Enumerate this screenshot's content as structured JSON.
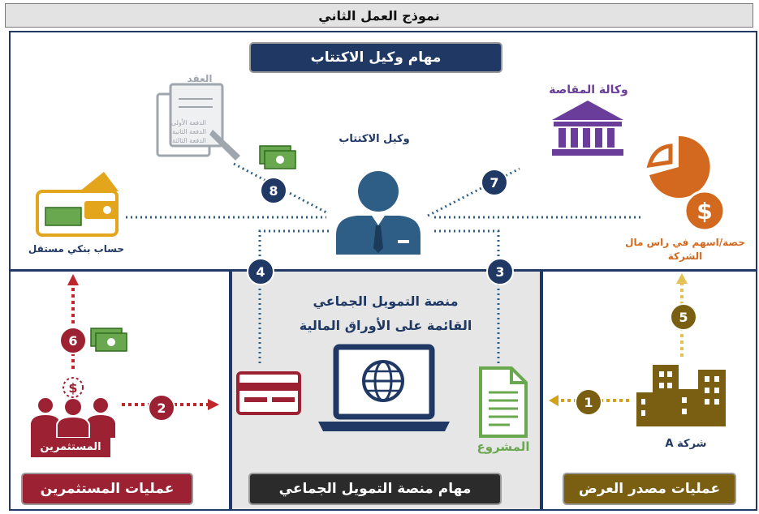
{
  "title": "نموذج العمل الثاني",
  "header": "مهام وكيل الاكتتاب",
  "footers": {
    "investors": "عمليات المستثمرين",
    "platform": "مهام منصة التمويل الجماعي",
    "issuer": "عمليات مصدر العرض"
  },
  "labels": {
    "agent": "وكيل الاكتتاب",
    "contract": "العقد",
    "contract_lines": [
      "الدفعة الأولى",
      "الدفعة الثانية",
      "الدفعة الثالثة"
    ],
    "clearing": "وكالة المقاصة",
    "bank_account": "حساب بنكي مستقل",
    "shares_line1": "حصة/اسهم في راس مال",
    "shares_line2": "الشركة",
    "platform_line1": "منصة التمويل الجماعي",
    "platform_line2": "القائمة على الأوراق المالية",
    "project": "المشروع",
    "company": "شركة A",
    "investors": "المستثمرين"
  },
  "steps": [
    "1",
    "2",
    "3",
    "4",
    "5",
    "6",
    "7",
    "8"
  ],
  "colors": {
    "navy": "#1f3864",
    "agent_blue": "#2e5e86",
    "gold": "#e3a51c",
    "purple": "#6a3d9a",
    "orange": "#d2691e",
    "crimson": "#9c2233",
    "green": "#6aa84f",
    "olive": "#7a5f12",
    "gray": "#a0a6ad"
  },
  "icons": [
    "contract-icon",
    "bank-building-icon",
    "pie-dollar-icon",
    "wallet-icon",
    "agent-icon",
    "money-icon",
    "laptop-globe-icon",
    "credit-card-icon",
    "document-icon",
    "company-buildings-icon",
    "investors-group-icon"
  ]
}
